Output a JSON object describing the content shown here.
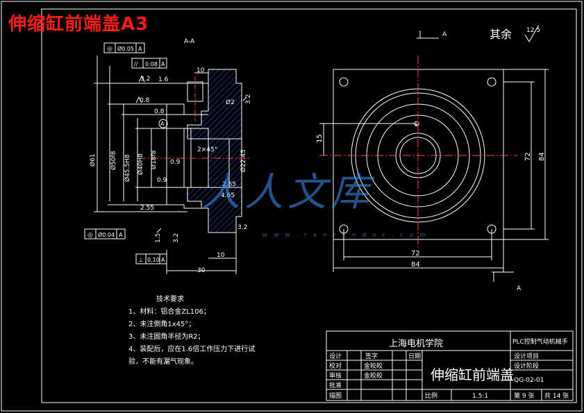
{
  "drawing": {
    "title": "伸缩缸前端盖A3",
    "section_label": "A-A",
    "view_arrow_label": "A",
    "roughness_note": {
      "text": "其余",
      "value": "12.5"
    }
  },
  "tolerances": {
    "concentricity_top": {
      "symbol": "◎",
      "value": "Ø0.05",
      "datum": "A"
    },
    "parallelism_top": {
      "symbol": "//",
      "value": "0.08",
      "datum": "A"
    },
    "concentricity_bottom": {
      "symbol": "◎",
      "value": "Ø0.04",
      "datum": "A"
    },
    "perpendicular_bottom": {
      "symbol": "⊥",
      "value": "0.10",
      "datum": "A"
    }
  },
  "dimensions": {
    "section": {
      "d1": "10",
      "d2": "1.6",
      "d3": "3.2",
      "d4": "0.8",
      "d5": "0.8",
      "d6": "Ø2",
      "d7": "Ø61",
      "d8": "Ø50f8",
      "d9": "Ø45.5H8",
      "d10": "Ø40H8",
      "d11": "Ø18f8",
      "d12": "2×45°",
      "d13": "Ø22.45",
      "d14": "2.65",
      "d15": "4.65",
      "d16": "2.55",
      "d17": "0.9",
      "d18": "0.9",
      "d19": "1.5",
      "d20": "3.2",
      "d21": "3.2",
      "d22": "10",
      "d23": "30",
      "d24": "3.2",
      "d25": "A"
    },
    "plan": {
      "width_inner": "72",
      "width_outer": "84",
      "height_inner": "72",
      "height_outer": "84",
      "offset": "15",
      "label": "a"
    }
  },
  "notes": {
    "heading": "技术要求",
    "items": [
      "1、材料：铝合金ZL106；",
      "2、未注倒角1x45°；",
      "3、未注圆角半径为R2；",
      "4、装配后，应在1.6倍工作压力下进行试",
      "验，不能有漏气现象。"
    ]
  },
  "title_block": {
    "school": "上海电机学院",
    "project": "PLC控制气动机械手",
    "part_name": "伸缩缸前端盖",
    "rows": [
      "设计",
      "校对",
      "审核",
      "批准",
      "描图"
    ],
    "row_right": [
      "签字",
      "日期"
    ],
    "designer": "金皎皎",
    "checker": "金皎皎",
    "design_project": "设计项目",
    "design_stage": "设计阶段",
    "drawing_no": "QG-02-01",
    "scale_label": "比例",
    "scale": "1.5:1",
    "sheet_label": "第 9 张",
    "total_label": "共 14 张"
  },
  "watermark": {
    "text": "人人文库",
    "url": "w w w . r e n r e n d o c . c o m"
  }
}
